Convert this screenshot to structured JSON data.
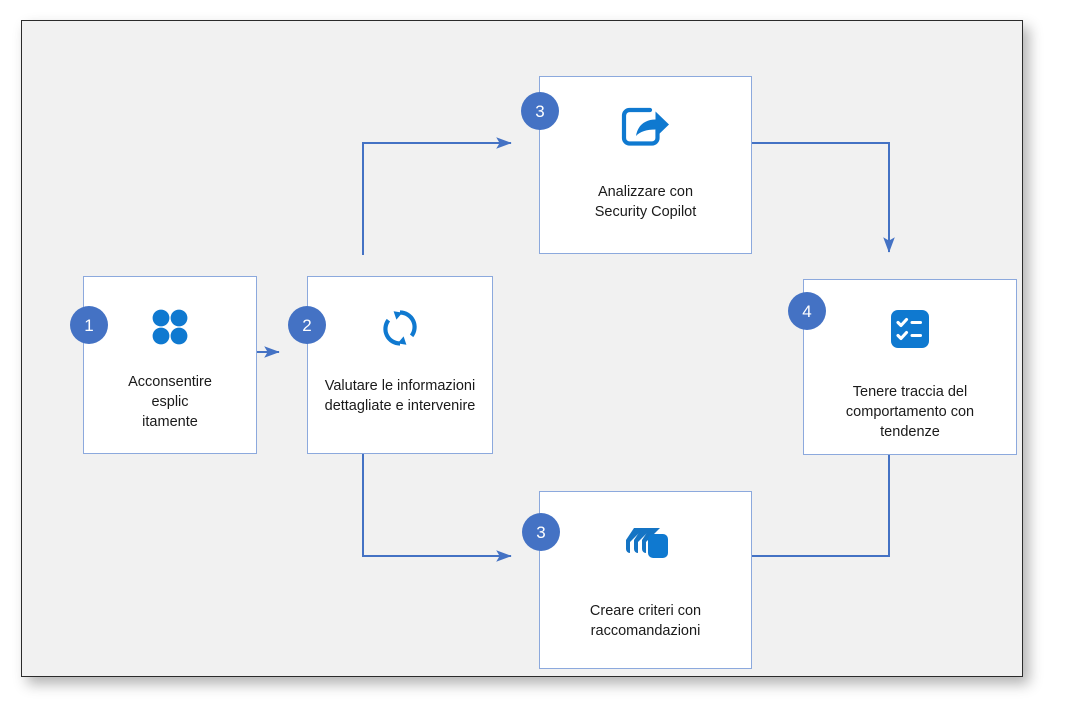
{
  "diagram": {
    "type": "process-flow",
    "background_color": "#f1f1f1",
    "node_border_color": "#8ca9dd",
    "connector_color": "#4472c4",
    "badge_color": "#4472c4",
    "icon_color": "#0f79d0",
    "nodes": [
      {
        "id": "consent",
        "badge": "1",
        "icon": "four-dots-grid-icon",
        "label": "Acconsentire\nesplic\nitamente"
      },
      {
        "id": "assess",
        "badge": "2",
        "icon": "sync-refresh-icon",
        "label": "Valutare le informazioni\ndettagliate e intervenire"
      },
      {
        "id": "analyze",
        "badge": "3",
        "icon": "share-arrow-icon",
        "label": "Analizzare con\nSecurity Copilot"
      },
      {
        "id": "policies",
        "badge": "3",
        "icon": "layers-stack-icon",
        "label": "Creare criteri con\nraccomandazioni"
      },
      {
        "id": "track",
        "badge": "4",
        "icon": "checklist-icon",
        "label": "Tenere traccia del\ncomportamento con\ntendenze"
      }
    ],
    "connections": [
      {
        "from": "consent",
        "to": "assess",
        "style": "straight-right-arrow"
      },
      {
        "from": "assess",
        "to": "analyze",
        "style": "elbow-up-right-arrow"
      },
      {
        "from": "assess",
        "to": "policies",
        "style": "elbow-down-right-arrow"
      },
      {
        "from": "analyze",
        "to": "track",
        "style": "elbow-right-down-arrow"
      },
      {
        "from": "policies",
        "to": "track",
        "style": "elbow-right-up-arrow"
      }
    ]
  }
}
